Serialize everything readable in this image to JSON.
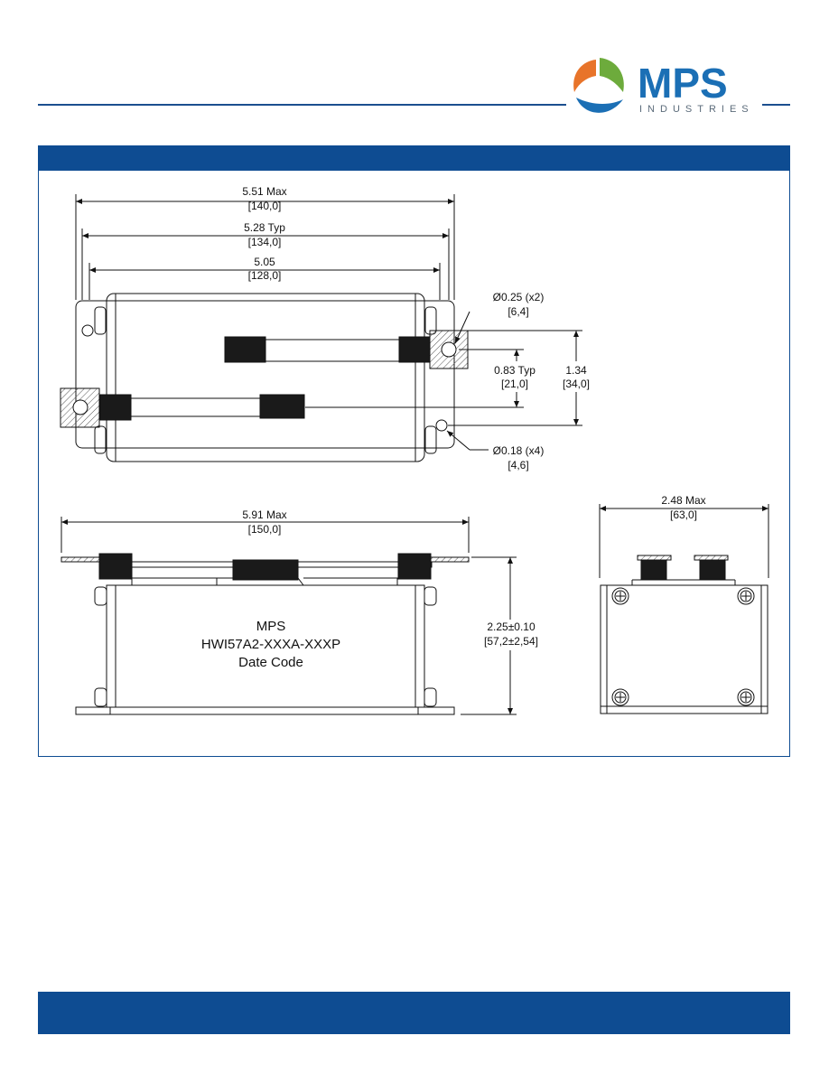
{
  "logo": {
    "brand": "MPS",
    "sub": "INDUSTRIES",
    "colors": {
      "blue": "#1b6fb5",
      "green": "#6dab3c",
      "orange": "#e8742a"
    }
  },
  "colors": {
    "accent": "#0e4c92",
    "line": "#111111",
    "hatch": "#555555"
  },
  "top_view": {
    "overall_max": "5.51 Max",
    "overall_max_mm": "[140,0]",
    "typ": "5.28 Typ",
    "typ_mm": "[134,0]",
    "inner": "5.05",
    "inner_mm": "[128,0]",
    "hole_large": "Ø0.25 (x2)",
    "hole_large_mm": "[6,4]",
    "spacing_typ": "0.83 Typ",
    "spacing_typ_mm": "[21,0]",
    "height": "1.34",
    "height_mm": "[34,0]",
    "hole_small": "Ø0.18 (x4)",
    "hole_small_mm": "[4,6]"
  },
  "side_view": {
    "overall_max": "5.91 Max",
    "overall_max_mm": "[150,0]",
    "height": "2.25±0.10",
    "height_mm": "[57,2±2,54]",
    "label": {
      "brand": "MPS",
      "part": "HWI57A2-XXXA-XXXP",
      "date": "Date Code"
    }
  },
  "end_view": {
    "width_max": "2.48 Max",
    "width_max_mm": "[63,0]"
  }
}
